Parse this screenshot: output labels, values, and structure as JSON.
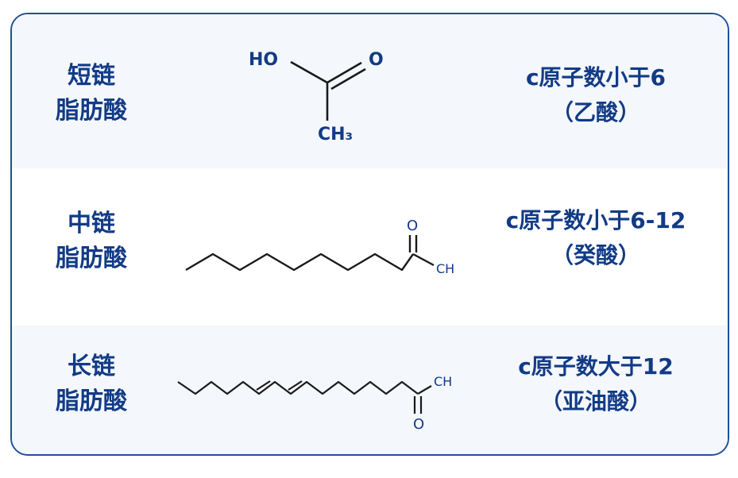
{
  "colors": {
    "border": "#1f4f9a",
    "text": "#123b86",
    "band": "#f4f7fb",
    "bond": "#1a1a1a"
  },
  "rows": [
    {
      "name_line1": "短链",
      "name_line2": "脂肪酸",
      "desc_line1": "c原子数小于6",
      "desc_line2": "（乙酸）",
      "atoms": {
        "hydroxyl": "HO",
        "oxygen": "O",
        "methyl": "CH₃"
      }
    },
    {
      "name_line1": "中链",
      "name_line2": "脂肪酸",
      "desc_line1": "c原子数小于6-12",
      "desc_line2": "（癸酸）",
      "atoms": {
        "oxygen": "O",
        "aldehyde": "CH"
      }
    },
    {
      "name_line1": "长链",
      "name_line2": "脂肪酸",
      "desc_line1": "c原子数大于12",
      "desc_line2": "（亚油酸）",
      "atoms": {
        "aldehyde": "CH",
        "oxygen": "O"
      }
    }
  ]
}
